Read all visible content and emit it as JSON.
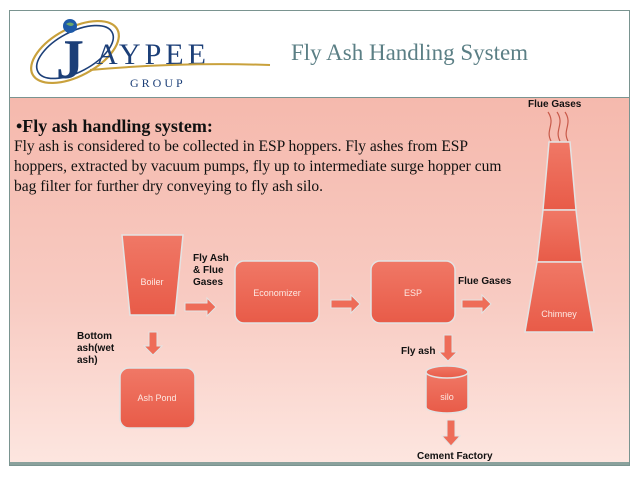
{
  "header": {
    "title": "Fly Ash Handling System",
    "logo": {
      "letter": "J",
      "word": "AYPEE",
      "sub": "G R O U P"
    }
  },
  "content": {
    "heading": "•Fly ash handling system:",
    "paragraph": "Fly ash is considered to be collected in ESP hoppers. Fly ashes from ESP hoppers, extracted by vacuum pumps, fly up to intermediate surge hopper cum bag filter for further dry conveying to fly ash silo."
  },
  "diagram": {
    "nodes": {
      "boiler": "Boiler",
      "economizer": "Economizer",
      "esp": "ESP",
      "chimney": "Chimney",
      "ash_pond": "Ash Pond",
      "silo": "silo"
    },
    "labels": {
      "fly_ash_flue_gases": [
        "Fly Ash",
        "& Flue",
        "Gases"
      ],
      "flue_gases_mid": "Flue Gases",
      "flue_gases_top": "Flue Gases",
      "bottom_ash": [
        "Bottom",
        "ash(wet",
        "ash)"
      ],
      "fly_ash": "Fly ash",
      "cement_factory": "Cement Factory"
    },
    "colors": {
      "shape_fill": "#ef6c5a",
      "shape_stroke": "#e3e3e3",
      "arrow_fill": "#ee6c58",
      "shape_text": "#fde8e2"
    }
  }
}
